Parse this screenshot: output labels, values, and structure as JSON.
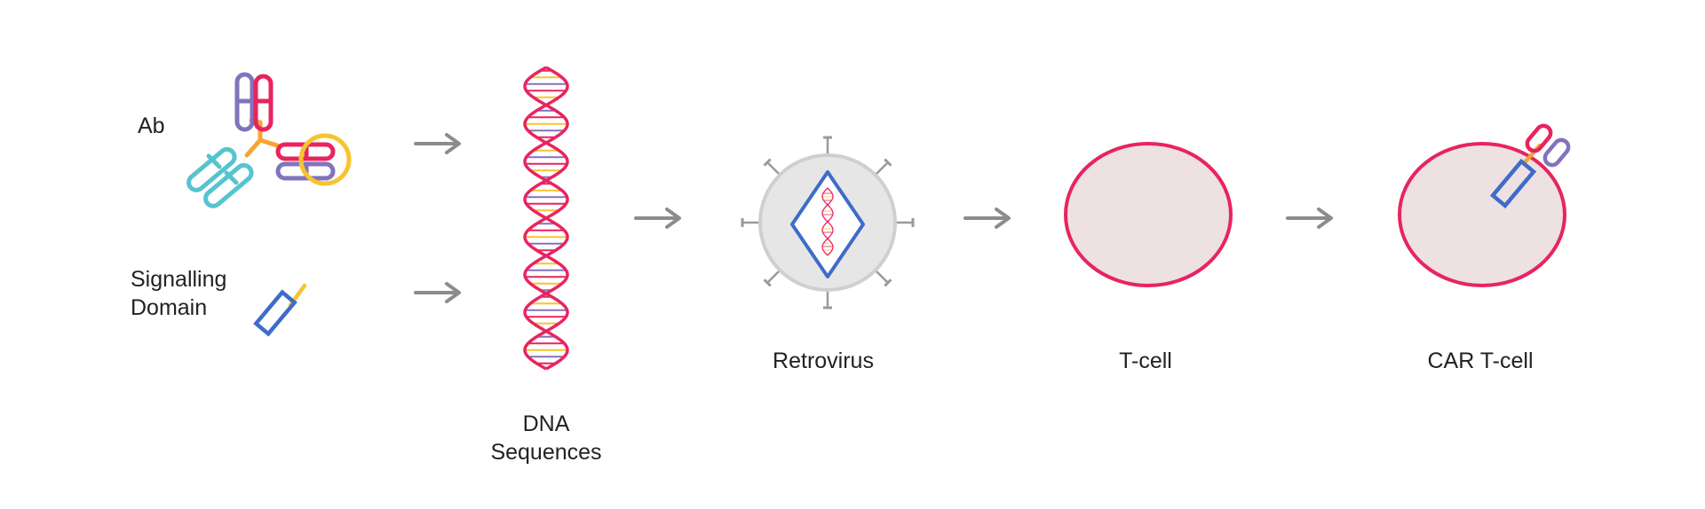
{
  "labels": {
    "ab": "Ab",
    "signalling_line1": "Signalling",
    "signalling_line2": "Domain",
    "dna_line1": "DNA",
    "dna_line2": "Sequences",
    "retrovirus": "Retrovirus",
    "tcell": "T-cell",
    "car_tcell": "CAR T-cell"
  },
  "colors": {
    "magenta": "#e8245f",
    "purple": "#8273bd",
    "cyan": "#56c4cf",
    "yellow": "#f7c431",
    "blue": "#3f6bc9",
    "arrow": "#8c8c8c",
    "virus_fill": "#e6e6e6",
    "virus_stroke": "#cfcfcf",
    "spike": "#9a9a9a",
    "cell_fill": "#ede1e4"
  },
  "icons": [
    "antibody-icon",
    "signalling-domain-icon",
    "dna-helix-icon",
    "retrovirus-icon",
    "t-cell-icon",
    "car-t-cell-icon",
    "arrow-right-icon"
  ]
}
